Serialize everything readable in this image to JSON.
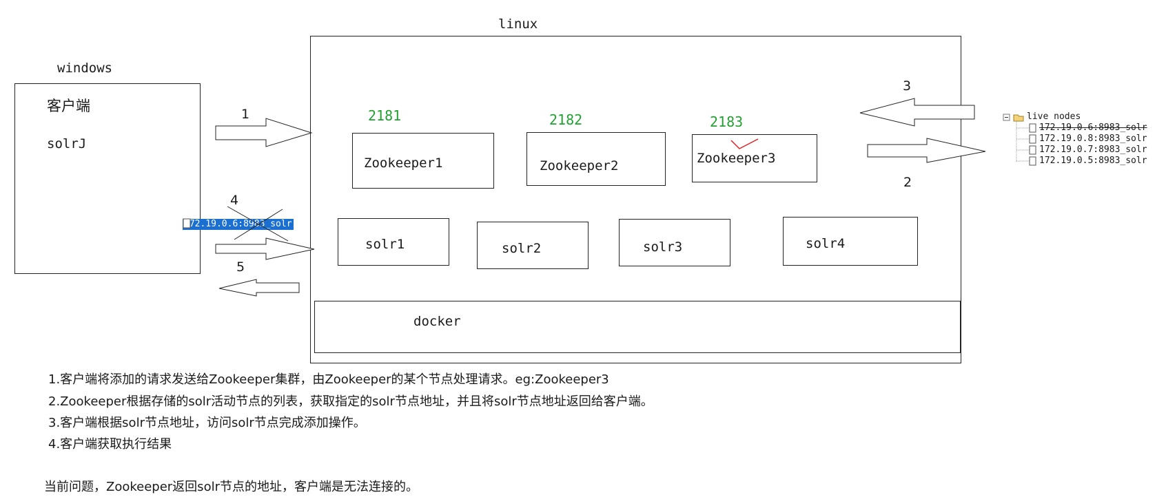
{
  "labels": {
    "linux": "linux",
    "windows": "windows",
    "client": "客户端",
    "solrj": "solrJ",
    "docker": "docker"
  },
  "ports": [
    "2181",
    "2182",
    "2183"
  ],
  "zookeepers": [
    "Zookeeper1",
    "Zookeeper2",
    "Zookeeper3"
  ],
  "solrs": [
    "solr1",
    "solr2",
    "solr3",
    "solr4"
  ],
  "arrow_numbers": {
    "n1": "1",
    "n2": "2",
    "n3": "3",
    "n4": "4",
    "n5": "5"
  },
  "live_nodes": {
    "title": "live nodes",
    "items": [
      "172.19.0.6:8983_solr",
      "172.19.0.8:8983_solr",
      "172.19.0.7:8983_solr",
      "172.19.0.5:8983_solr"
    ]
  },
  "highlighted_node": "172.19.0.6:8983_solr",
  "notes": [
    "1.客户端将添加的请求发送给Zookeeper集群，由Zookeeper的某个节点处理请求。eg:Zookeeper3",
    "2.Zookeeper根据存储的solr活动节点的列表，获取指定的solr节点地址，并且将solr节点地址返回给客户端。",
    "3.客户端根据solr节点地址，访问solr节点完成添加操作。",
    "4.客户端获取执行结果"
  ],
  "problem": "当前问题，Zookeeper返回solr节点的地址，客户端是无法连接的。",
  "colors": {
    "port_green": "#22a032",
    "highlight_blue": "#1a6fd0",
    "check_red": "#e02020"
  }
}
